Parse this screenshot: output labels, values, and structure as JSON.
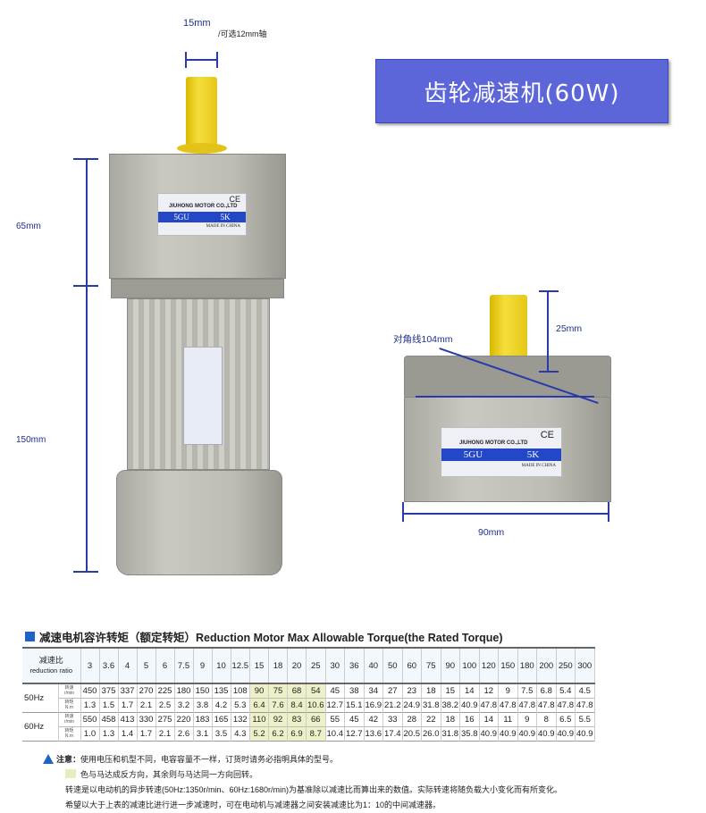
{
  "product_title": "齿轮减速机(60W)",
  "dimensions": {
    "shaft_diameter": "15mm",
    "shaft_option": "/可选12mm轴",
    "gearbox_height": "65mm",
    "motor_length": "150mm",
    "diagonal": "对角线104mm",
    "shaft_length": "25mm",
    "width": "90mm"
  },
  "nameplate": {
    "brand": "JIUHONG MOTOR CO.,LTD",
    "ce": "CE",
    "model": "5GU",
    "ratio": "5K",
    "origin": "MADE IN CHINA"
  },
  "section_title": "减速电机容许转矩（额定转矩）Reduction Motor Max Allowable Torque(the Rated Torque)",
  "table": {
    "ratio_label_cn": "减速比",
    "ratio_label_en": "reduction ratio",
    "speed_unit_cn": "转速",
    "speed_unit": "r/min",
    "torque_unit_cn": "转矩",
    "torque_unit": "N.m",
    "ratios": [
      "3",
      "3.6",
      "4",
      "5",
      "6",
      "7.5",
      "9",
      "10",
      "12.5",
      "15",
      "18",
      "20",
      "25",
      "30",
      "36",
      "40",
      "50",
      "60",
      "75",
      "90",
      "100",
      "120",
      "150",
      "180",
      "200",
      "250",
      "300"
    ],
    "highlight_ratios": [
      "15",
      "18",
      "20",
      "25"
    ],
    "rows": [
      {
        "freq": "50Hz",
        "speed": [
          "450",
          "375",
          "337",
          "270",
          "225",
          "180",
          "150",
          "135",
          "108",
          "90",
          "75",
          "68",
          "54",
          "45",
          "38",
          "34",
          "27",
          "23",
          "18",
          "15",
          "14",
          "12",
          "9",
          "7.5",
          "6.8",
          "5.4",
          "4.5"
        ],
        "torque": [
          "1.3",
          "1.5",
          "1.7",
          "2.1",
          "2.5",
          "3.2",
          "3.8",
          "4.2",
          "5.3",
          "6.4",
          "7.6",
          "8.4",
          "10.6",
          "12.7",
          "15.1",
          "16.9",
          "21.2",
          "24.9",
          "31.8",
          "38.2",
          "40.9",
          "47.8",
          "47.8",
          "47.8",
          "47.8",
          "47.8",
          "47.8"
        ]
      },
      {
        "freq": "60Hz",
        "speed": [
          "550",
          "458",
          "413",
          "330",
          "275",
          "220",
          "183",
          "165",
          "132",
          "110",
          "92",
          "83",
          "66",
          "55",
          "45",
          "42",
          "33",
          "28",
          "22",
          "18",
          "16",
          "14",
          "11",
          "9",
          "8",
          "6.5",
          "5.5"
        ],
        "torque": [
          "1.0",
          "1.3",
          "1.4",
          "1.7",
          "2.1",
          "2.6",
          "3.1",
          "3.5",
          "4.3",
          "5.2",
          "6.2",
          "6.9",
          "8.7",
          "10.4",
          "12.7",
          "13.6",
          "17.4",
          "20.5",
          "26.0",
          "31.8",
          "35.8",
          "40.9",
          "40.9",
          "40.9",
          "40.9",
          "40.9",
          "40.9"
        ]
      }
    ]
  },
  "notes": {
    "label": "注意：",
    "line1": "使用电压和机型不同，电容容量不一样，订货时请务必指明具体的型号。",
    "line2": "色与马达成反方向，其余则与马达同一方向回转。",
    "line3": "转速是以电动机的异步转速(50Hz:1350r/min、60Hz:1680r/min)为基准除以减速比而算出来的数值。实际转速将随负载大小变化而有所变化。",
    "line4": "希望以大于上表的减速比进行进一步减速时，可在电动机与减速器之间安装减速比为1：10的中间减速器。"
  },
  "colors": {
    "accent": "#1e63c8",
    "dimension": "#2a3aa8",
    "highlight": "#eef1c8",
    "title_bg": "#5d66d9"
  }
}
